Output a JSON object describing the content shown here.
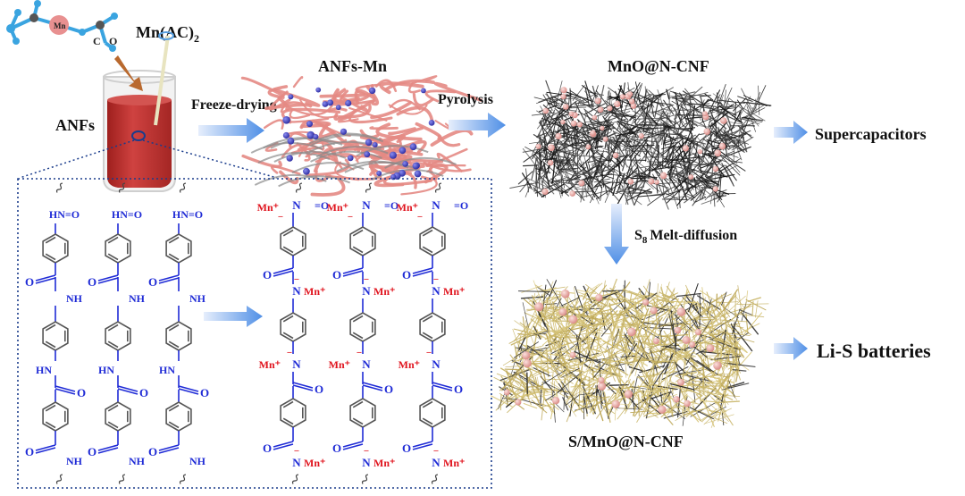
{
  "labels": {
    "mn_precursor": "Mn(AC)",
    "mn_precursor_sub": "2",
    "anfs": "ANFs",
    "freeze_drying": "Freeze-drying",
    "anfs_mn": "ANFs-Mn",
    "pyrolysis": "Pyrolysis",
    "mno_ncnf": "MnO@N-CNF",
    "supercapacitors": "Supercapacitors",
    "s8": "S",
    "s8_sub": "8",
    "melt_diffusion": "Melt-diffusion",
    "s_mno_ncnf": "S/MnO@N-CNF",
    "lis_batteries": "Li-S batteries"
  },
  "chemistry": {
    "nh": "NH",
    "hn": "HN",
    "n": "N",
    "o": "O",
    "hn_o": "HN=O",
    "mn_plus": "Mn⁺",
    "minus": "−",
    "molecule_atom_mn": "Mn",
    "molecule_atom_c": "C",
    "molecule_atom_o": "O"
  },
  "colors": {
    "arrow_blue": "#4f8fe6",
    "fiber_red": "#e48a84",
    "fiber_black": "#2b2b2b",
    "fiber_gold": "#c9b66a",
    "particle_pink": "#e8a4a0",
    "beaker_liquid": "#c0322f",
    "chem_blue": "#1f2bd6",
    "chem_red": "#e0141e",
    "frame_blue": "#1a3c8c"
  }
}
